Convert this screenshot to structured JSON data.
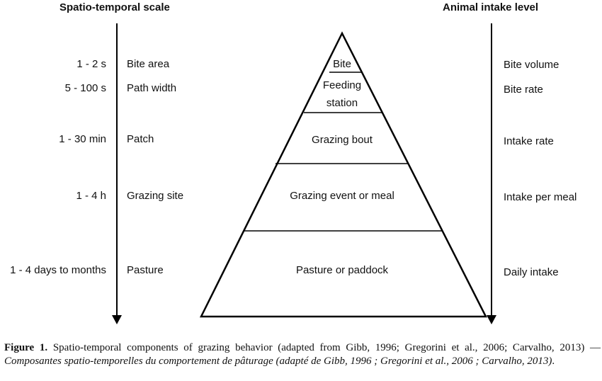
{
  "headers": {
    "left": "Spatio-temporal scale",
    "right": "Animal intake level"
  },
  "rows": [
    {
      "time": "1 - 2 s",
      "scale": "Bite area",
      "intake": "Bite volume"
    },
    {
      "time": "5 - 100 s",
      "scale": "Path width",
      "intake": "Bite rate"
    },
    {
      "time": "1 - 30 min",
      "scale": "Patch",
      "intake": "Intake rate"
    },
    {
      "time": "1 - 4 h",
      "scale": "Grazing site",
      "intake": "Intake per meal"
    },
    {
      "time": "1 - 4 days to months",
      "scale": "Pasture",
      "intake": "Daily intake"
    }
  ],
  "pyramid": {
    "levels": [
      "Bite",
      "Feeding station",
      "Grazing bout",
      "Grazing event or meal",
      "Pasture or paddock"
    ]
  },
  "caption": {
    "label": "Figure 1.",
    "english": "Spatio-temporal components of grazing behavior (adapted from Gibb, 1996; Gregorini et al., 2006; Carvalho, 2013)",
    "separator": "—",
    "french": "Composantes spatio-temporelles du comportement de pâturage (adapté de Gibb, 1996 ; Gregorini et al., 2006 ; Carvalho, 2013)",
    "end": "."
  }
}
